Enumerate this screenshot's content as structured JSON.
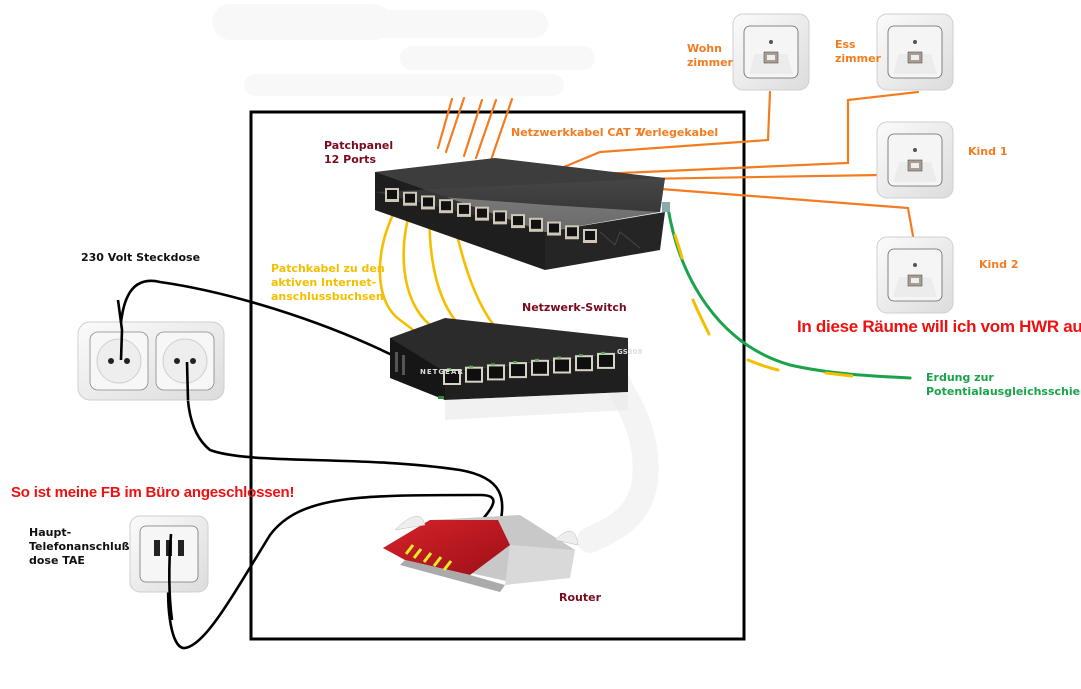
{
  "title": "Heimnetz Verkabelung HWR",
  "colors": {
    "cat7_cable": "#f47c20",
    "patch_cable": "#f5be00",
    "ground_cable": "#1aa34a",
    "power_cable": "#000000",
    "headline_red": "#ee1111",
    "device_label": "#7a0a1e"
  },
  "rooms": [
    {
      "id": "wohnzimmer",
      "label": "Wohn\nzimmer",
      "icon": "network-socket-icon"
    },
    {
      "id": "esszimmer",
      "label": "Ess\nzimmer",
      "icon": "network-socket-icon"
    },
    {
      "id": "kind1",
      "label": "Kind 1",
      "icon": "network-socket-icon"
    },
    {
      "id": "kind2",
      "label": "Kind 2",
      "icon": "network-socket-icon"
    }
  ],
  "devices": {
    "patchpanel": {
      "label": "Patchpanel\n12 Ports",
      "ports": 12
    },
    "switch": {
      "label": "Netzwerk-Switch",
      "brand": "NETGEAR",
      "model": "GS308",
      "ports": 8
    },
    "router": {
      "label": "Router"
    },
    "power_outlet": {
      "label": "230 Volt Steckdose"
    },
    "tae": {
      "label": "Haupt-\nTelefonanschluß\ndose TAE"
    }
  },
  "cables": {
    "cat7": "Netzwerkkabel CAT 7",
    "verlege": "Verlegekabel",
    "patch": "Patchkabel zu den\naktiven Internet-\nanschlussbuchsen",
    "ground": "Erdung zur\nPotentialausgleichsschiene"
  },
  "annotations": {
    "rooms_note": "In diese Räume will ich vom HWR aus!",
    "office_note": "So ist meine FB im Büro angeschlossen!"
  }
}
